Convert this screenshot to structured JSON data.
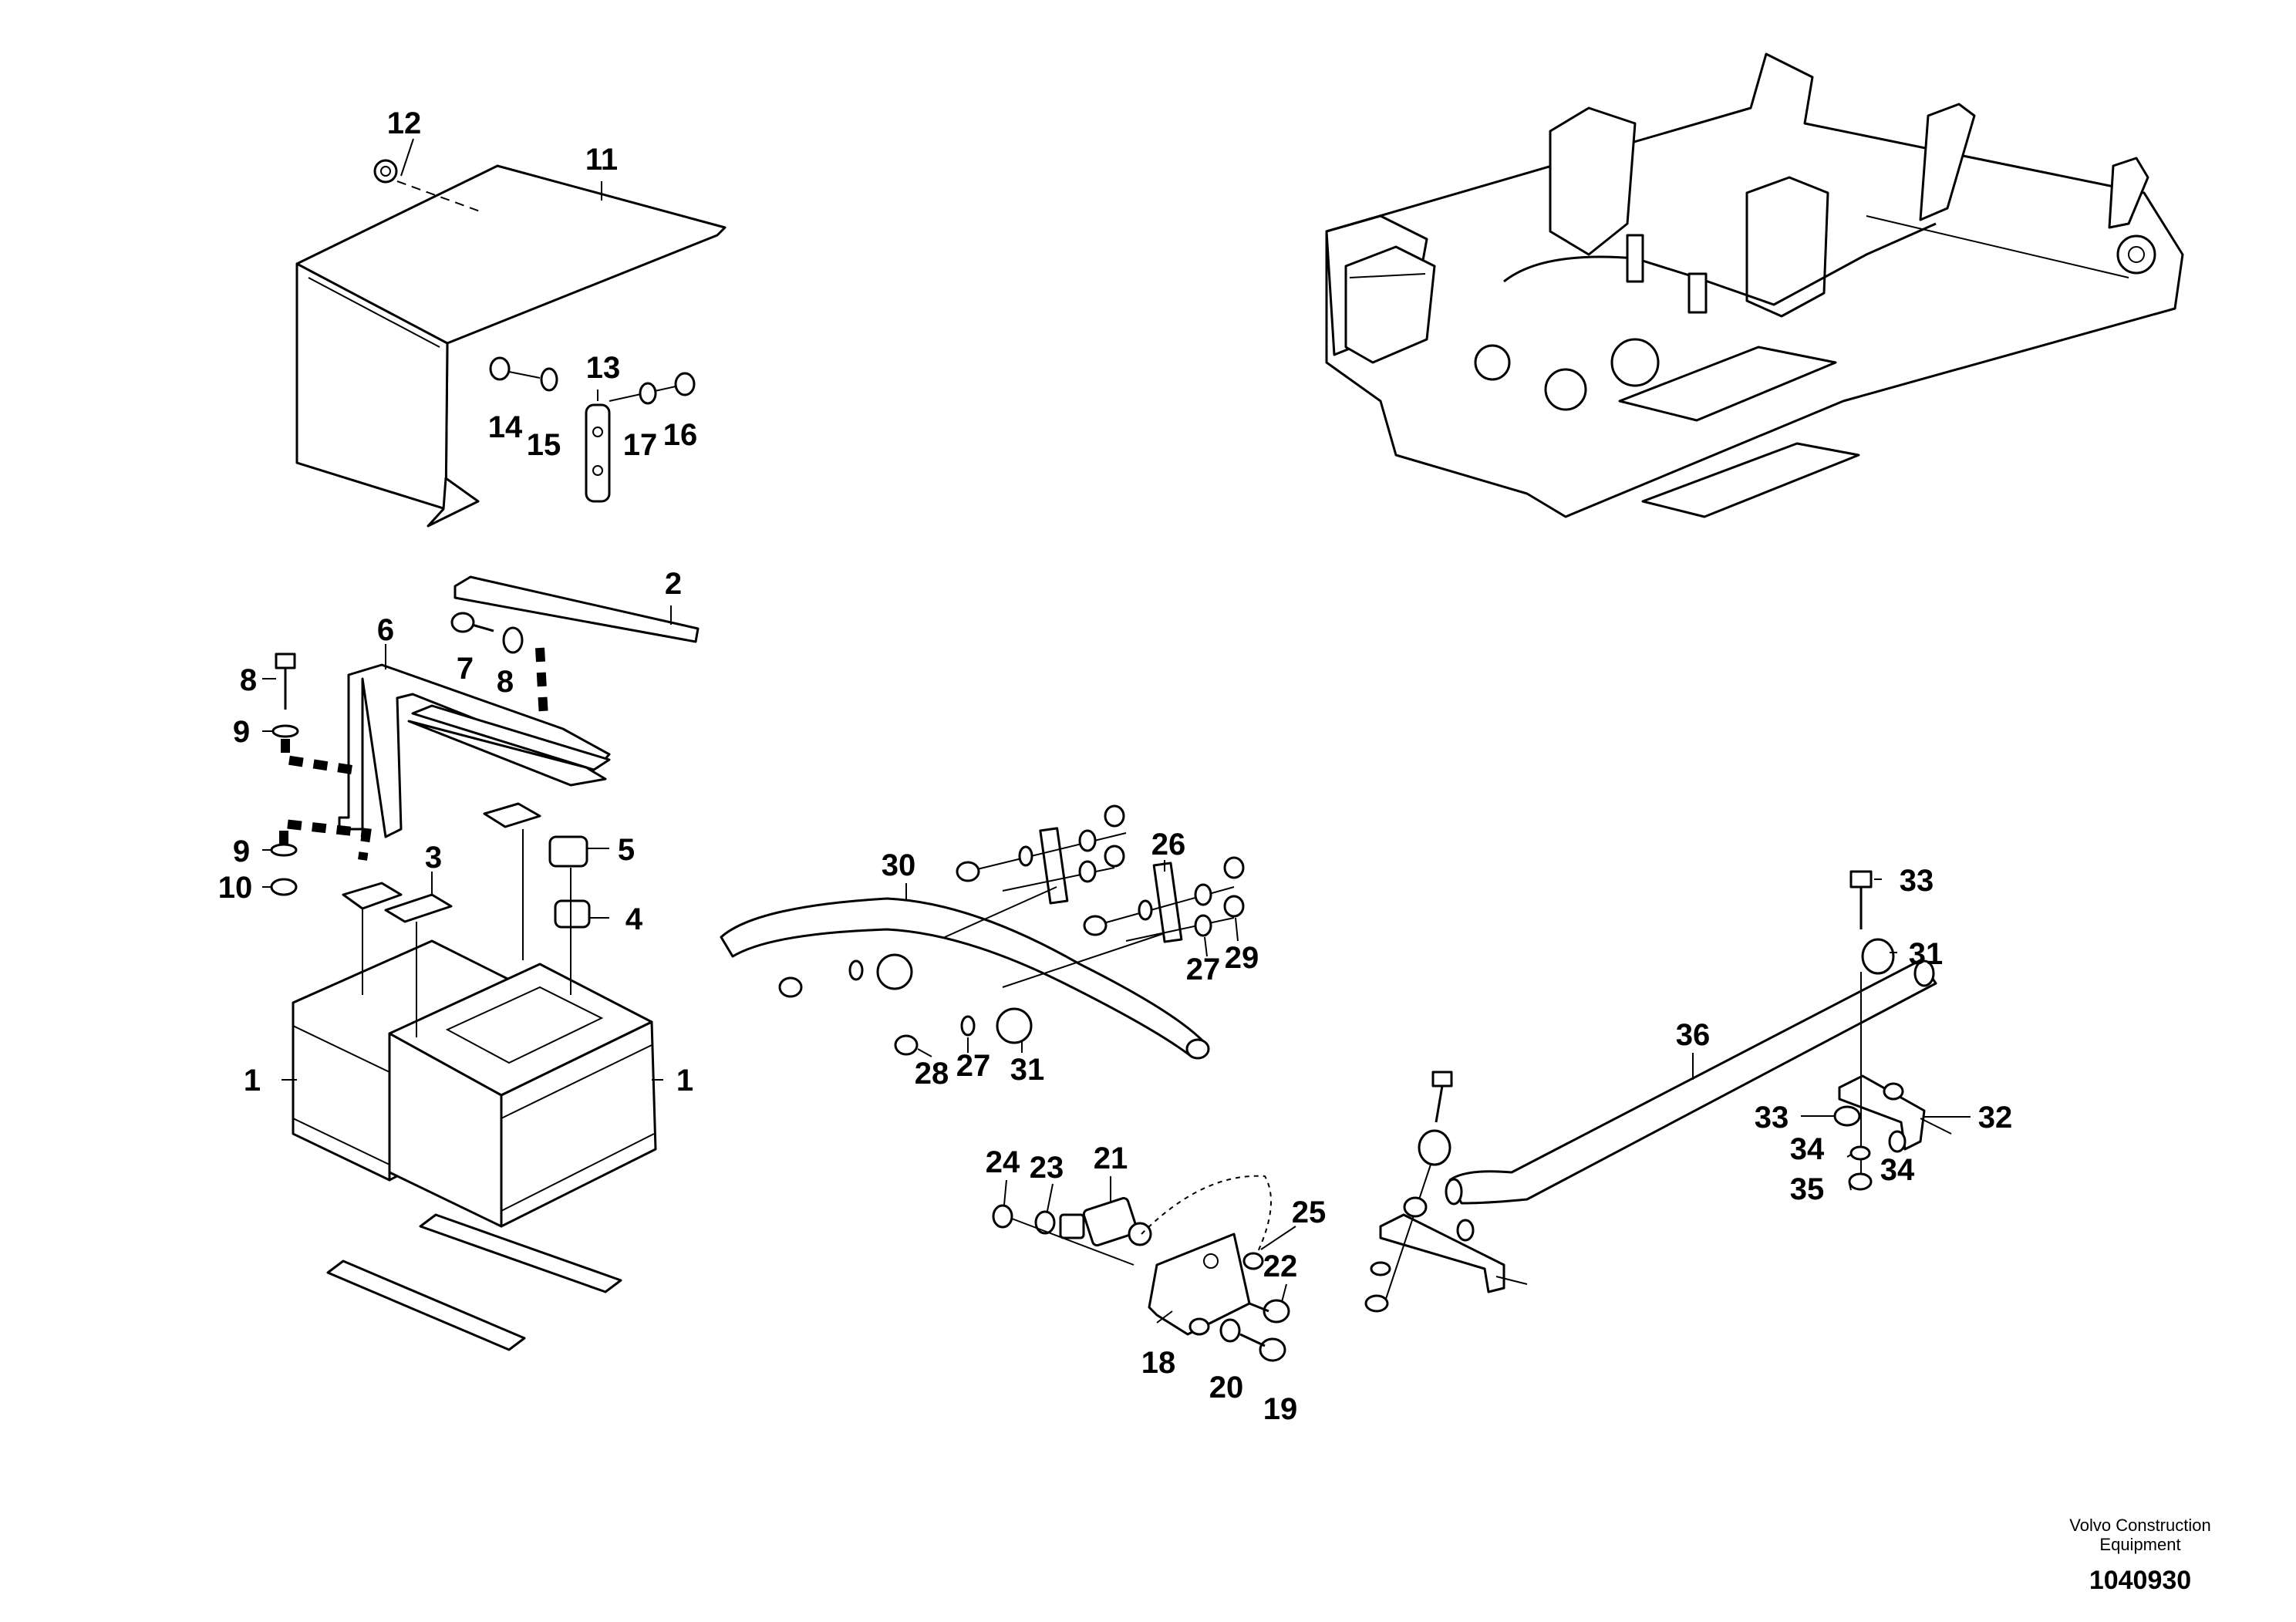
{
  "callouts": [
    {
      "id": "c1a",
      "label": "1"
    },
    {
      "id": "c1b",
      "label": "1"
    },
    {
      "id": "c2",
      "label": "2"
    },
    {
      "id": "c3",
      "label": "3"
    },
    {
      "id": "c4",
      "label": "4"
    },
    {
      "id": "c5",
      "label": "5"
    },
    {
      "id": "c6",
      "label": "6"
    },
    {
      "id": "c7",
      "label": "7"
    },
    {
      "id": "c8a",
      "label": "8"
    },
    {
      "id": "c8b",
      "label": "8"
    },
    {
      "id": "c9a",
      "label": "9"
    },
    {
      "id": "c9b",
      "label": "9"
    },
    {
      "id": "c10",
      "label": "10"
    },
    {
      "id": "c11",
      "label": "11"
    },
    {
      "id": "c12",
      "label": "12"
    },
    {
      "id": "c13",
      "label": "13"
    },
    {
      "id": "c14",
      "label": "14"
    },
    {
      "id": "c15",
      "label": "15"
    },
    {
      "id": "c16",
      "label": "16"
    },
    {
      "id": "c17",
      "label": "17"
    },
    {
      "id": "c18",
      "label": "18"
    },
    {
      "id": "c19",
      "label": "19"
    },
    {
      "id": "c20",
      "label": "20"
    },
    {
      "id": "c21",
      "label": "21"
    },
    {
      "id": "c22",
      "label": "22"
    },
    {
      "id": "c23",
      "label": "23"
    },
    {
      "id": "c24",
      "label": "24"
    },
    {
      "id": "c25",
      "label": "25"
    },
    {
      "id": "c26",
      "label": "26"
    },
    {
      "id": "c27a",
      "label": "27"
    },
    {
      "id": "c27b",
      "label": "27"
    },
    {
      "id": "c28",
      "label": "28"
    },
    {
      "id": "c29",
      "label": "29"
    },
    {
      "id": "c30",
      "label": "30"
    },
    {
      "id": "c31a",
      "label": "31"
    },
    {
      "id": "c31b",
      "label": "31"
    },
    {
      "id": "c32",
      "label": "32"
    },
    {
      "id": "c33a",
      "label": "33"
    },
    {
      "id": "c33b",
      "label": "33"
    },
    {
      "id": "c34a",
      "label": "34"
    },
    {
      "id": "c34b",
      "label": "34"
    },
    {
      "id": "c35",
      "label": "35"
    },
    {
      "id": "c36",
      "label": "36"
    }
  ],
  "footer": {
    "brand_line1": "Volvo Construction",
    "brand_line2": "Equipment",
    "doc_number": "1040930"
  }
}
